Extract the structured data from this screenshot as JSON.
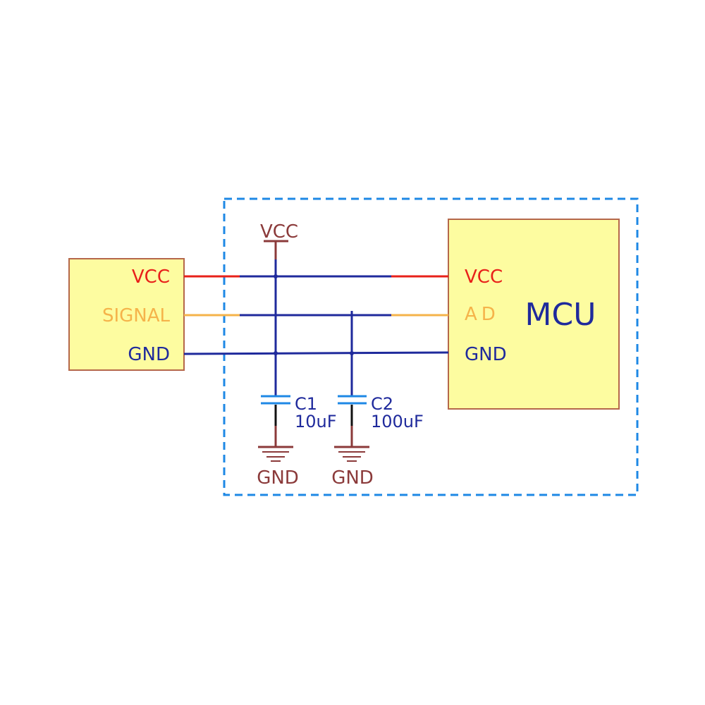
{
  "sensor": {
    "pins": [
      "VCC",
      "SIGNAL",
      "GND"
    ]
  },
  "mcu": {
    "title": "MCU",
    "pins": [
      "VCC",
      "AD",
      "GND"
    ]
  },
  "power": {
    "vcc_label": "VCC",
    "gnd1_label": "GND",
    "gnd2_label": "GND"
  },
  "c1": {
    "ref": "C1",
    "value": "10uF"
  },
  "c2": {
    "ref": "C2",
    "value": "100uF"
  },
  "colors": {
    "vcc_wire": "#e8201a",
    "signal_wire": "#f5b34a",
    "net_wire": "#1f2a9c",
    "power_symbol": "#8b3a3a",
    "box_fill": "#fdfca0",
    "box_stroke": "#b5674a",
    "dashed_border": "#1e88e5",
    "cap_plate": "#1e88e5"
  }
}
